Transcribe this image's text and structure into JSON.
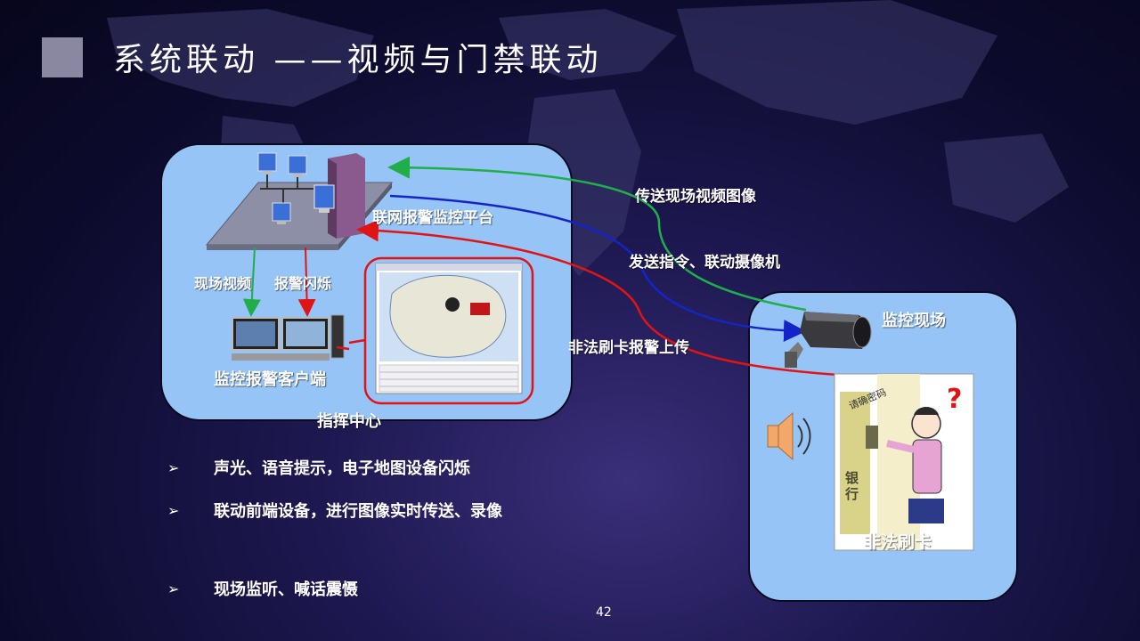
{
  "title": "系统联动 ——视频与门禁联动",
  "labels": {
    "platform": "联网报警监控平台",
    "live_video": "现场视频",
    "alarm_flash": "报警闪烁",
    "client": "监控报警客户端",
    "command_center": "指挥中心",
    "send_video": "传送现场视频图像",
    "send_command": "发送指令、联动摄像机",
    "illegal_card_upload": "非法刷卡报警上传",
    "monitor_site": "监控现场",
    "illegal_card": "非法刷卡",
    "bank_sign": "银行",
    "scribble": "请确密码"
  },
  "bullets": [
    "声光、语音提示，电子地图设备闪烁",
    "联动前端设备，进行图像实时传送、录像",
    "现场监听、喊话震慑"
  ],
  "bullet_marker": "➢",
  "page_number": "42",
  "colors": {
    "panel": "#97c4f6",
    "arrow_green": "#1fae4a",
    "arrow_blue": "#1424c8",
    "arrow_red": "#e01414"
  }
}
